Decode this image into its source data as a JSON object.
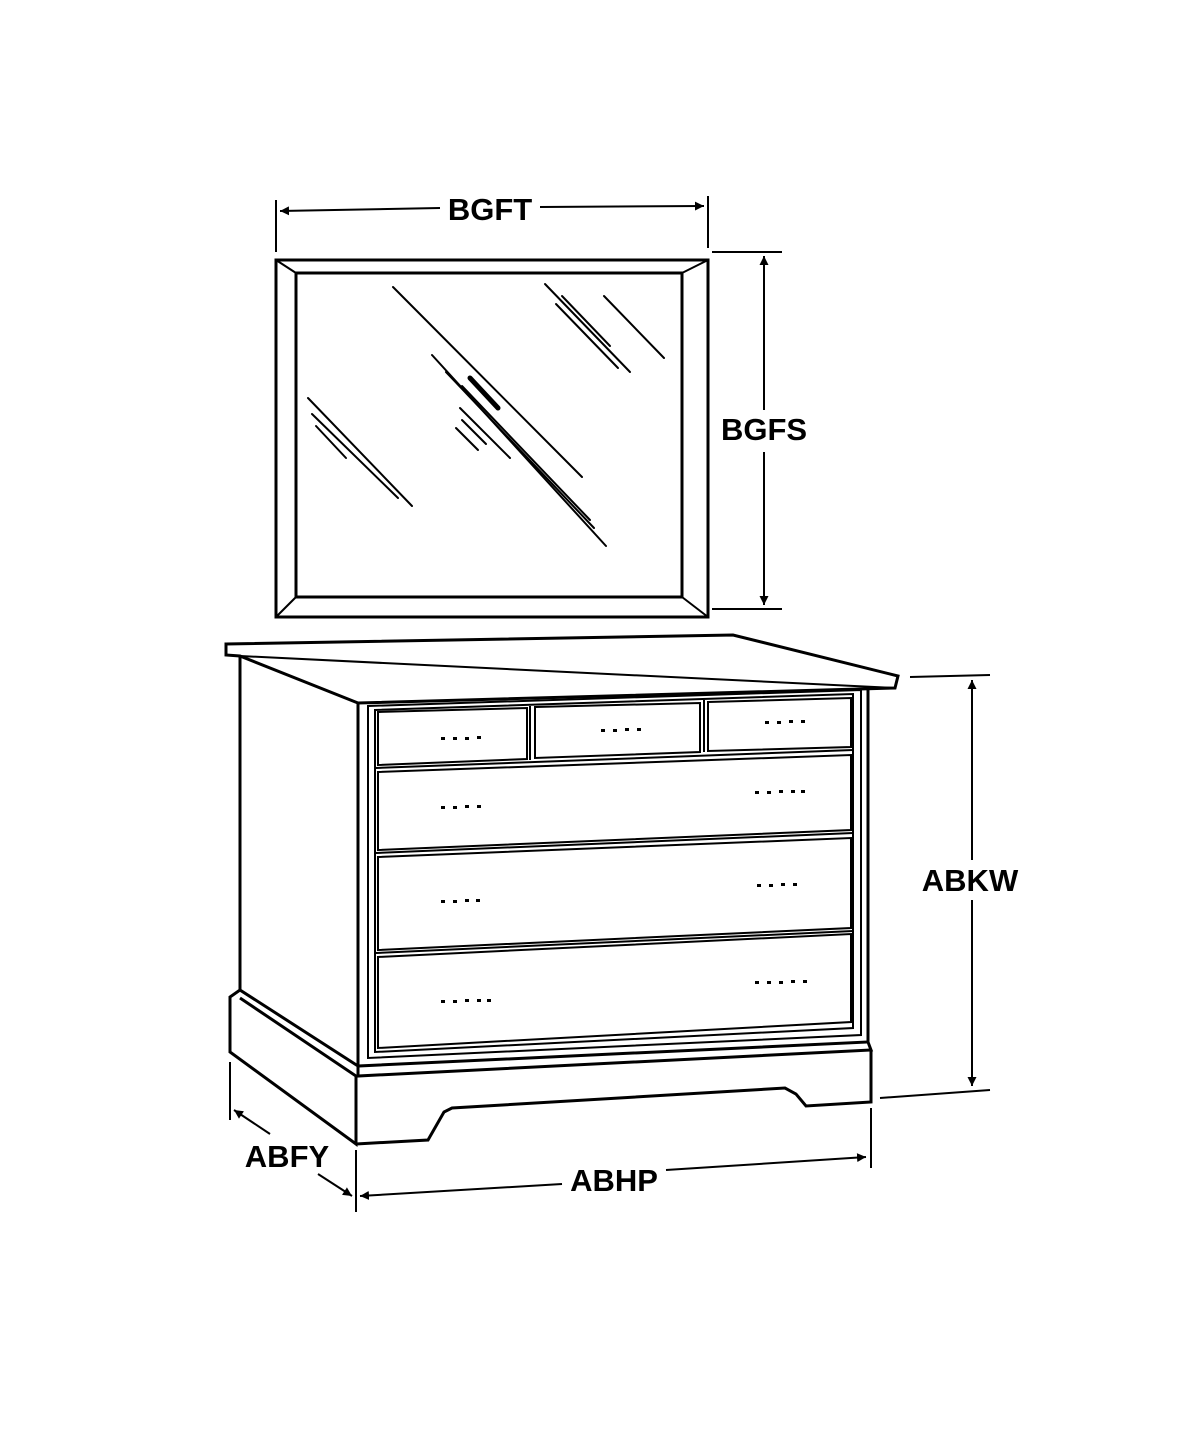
{
  "dimensions": {
    "mirror_width": "BGFT",
    "mirror_height": "BGFS",
    "dresser_height": "ABKW",
    "dresser_depth": "ABFY",
    "dresser_width": "ABHP"
  }
}
